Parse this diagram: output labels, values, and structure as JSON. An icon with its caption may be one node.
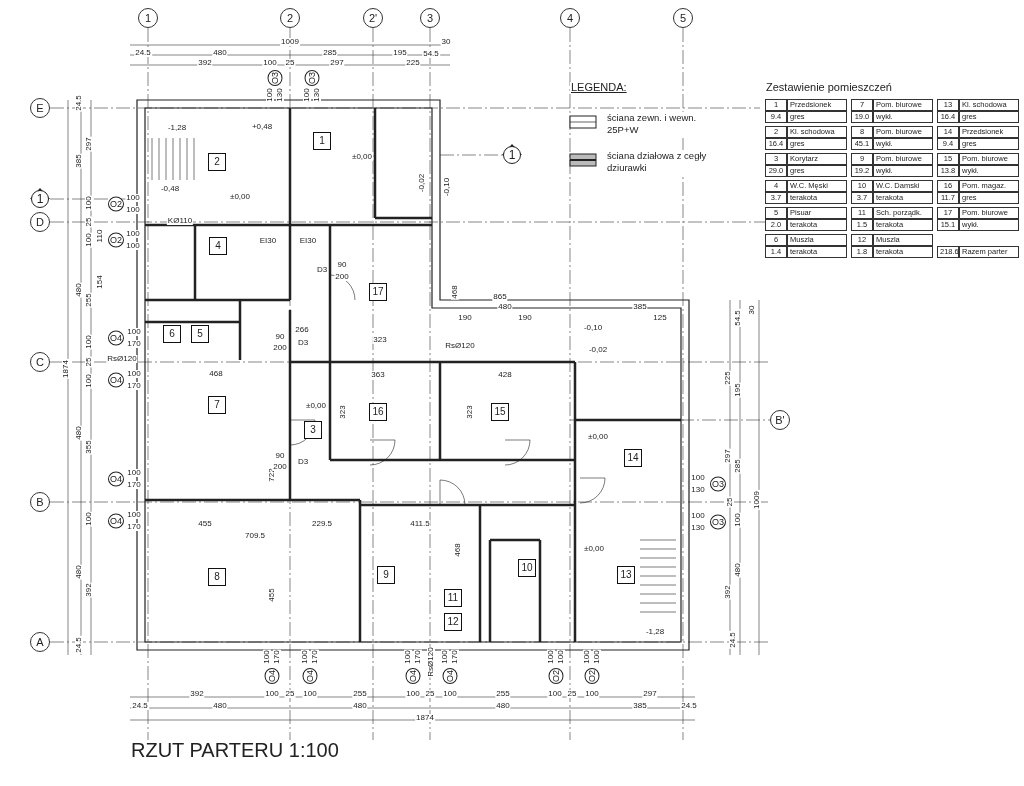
{
  "diagram": {
    "title": "RZUT PARTERU 1:100",
    "nodes": [
      {
        "text": [
          "1"
        ]
      },
      {
        "text": [
          "2"
        ]
      },
      {
        "text": [
          "2'"
        ]
      },
      {
        "text": [
          "3"
        ]
      },
      {
        "text": [
          "4"
        ]
      },
      {
        "text": [
          "5"
        ]
      },
      {
        "text": [
          "E"
        ]
      },
      {
        "text": [
          "D"
        ]
      },
      {
        "text": [
          "C"
        ]
      },
      {
        "text": [
          "B"
        ]
      },
      {
        "text": [
          "A"
        ]
      },
      {
        "text": [
          "B'"
        ]
      },
      {
        "text": [
          "1"
        ]
      },
      {
        "text": [
          "1"
        ]
      },
      {
        "text": [
          "1"
        ]
      },
      {
        "text": [
          "2"
        ]
      },
      {
        "text": [
          "4"
        ]
      },
      {
        "text": [
          "17"
        ]
      },
      {
        "text": [
          "6"
        ]
      },
      {
        "text": [
          "5"
        ]
      },
      {
        "text": [
          "7"
        ]
      },
      {
        "text": [
          "16"
        ]
      },
      {
        "text": [
          "15"
        ]
      },
      {
        "text": [
          "3"
        ]
      },
      {
        "text": [
          "14"
        ]
      },
      {
        "text": [
          "10"
        ]
      },
      {
        "text": [
          "13"
        ]
      },
      {
        "text": [
          "8"
        ]
      },
      {
        "text": [
          "9"
        ]
      },
      {
        "text": [
          "11"
        ]
      },
      {
        "text": [
          "12"
        ]
      }
    ],
    "labels": [
      "LEGENDA:",
      "Zestawienie pomieszczeń",
      "1",
      "Przedsionek",
      "7",
      "Pom. biurowe",
      "13",
      "Kl. schodowa",
      "9.4",
      "gres",
      "19.0",
      "wykł.",
      "16.4",
      "gres",
      "2",
      "Kl. schodowa",
      "8",
      "Pom. biurowe",
      "14",
      "Przedsionek",
      "16.4",
      "gres",
      "45.1",
      "wykł.",
      "9.4",
      "gres",
      "3",
      "Korytarz",
      "9",
      "Pom. biurowe",
      "15",
      "Pom. biurowe",
      "29.0",
      "gres",
      "19.2",
      "wykł.",
      "13.8",
      "wykł.",
      "4",
      "W.C. Męski",
      "10",
      "W.C. Damski",
      "16",
      "Pom. magaz.",
      "3.7",
      "terakota",
      "3.7",
      "terakota",
      "11.7",
      "gres",
      "5",
      "Pisuar",
      "11",
      "Sch. porządk.",
      "17",
      "Pom. biurowe",
      "2.0",
      "terakota",
      "1.5",
      "terakota",
      "15.1",
      "wykł.",
      "6",
      "Muszla",
      "12",
      "Muszla",
      "1.4",
      "terakota",
      "1.8",
      "terakota",
      "218.6",
      "Razem parter",
      "1009",
      "24.5",
      "480",
      "285",
      "195",
      "54.5",
      "30",
      "392",
      "100",
      "25",
      "297",
      "225",
      "O3",
      "100",
      "130",
      "O3",
      "100",
      "130",
      "385",
      "297",
      "100",
      "25",
      "100",
      "110",
      "154",
      "480",
      "255",
      "100",
      "25",
      "100",
      "1874",
      "480",
      "355",
      "100",
      "480",
      "392",
      "24.5",
      "24.5",
      "O2",
      "100",
      "100",
      "O2",
      "100",
      "100",
      "O4",
      "100",
      "170",
      "O4",
      "100",
      "170",
      "O4",
      "100",
      "170",
      "O4",
      "100",
      "170",
      "RsØ120",
      "100",
      "170",
      "O4",
      "100",
      "170",
      "O4",
      "100",
      "170",
      "O4",
      "RsØ120",
      "100",
      "170",
      "O4",
      "100",
      "100",
      "O2",
      "100",
      "100",
      "O2",
      "392",
      "100",
      "25",
      "100",
      "255",
      "100",
      "25",
      "100",
      "255",
      "100",
      "25",
      "100",
      "297",
      "24.5",
      "480",
      "480",
      "480",
      "385",
      "24.5",
      "1874",
      "54.5",
      "30",
      "225",
      "195",
      "297",
      "285",
      "1009",
      "25",
      "100",
      "480",
      "392",
      "24.5",
      "100",
      "130",
      "O3",
      "100",
      "130",
      "O3",
      "±0,00",
      "±0,00",
      "±0,00",
      "±0,00",
      "±0,00",
      "-0,10",
      "-0,02",
      "-0,02",
      "-0,10",
      "-1,28",
      "+0,48",
      "-0,48",
      "-1,28",
      "468",
      "363",
      "428",
      "323",
      "323",
      "455",
      "709.5",
      "229.5",
      "411.5",
      "722",
      "455",
      "468",
      "468",
      "266",
      "323",
      "865",
      "480",
      "385",
      "190",
      "190",
      "125",
      "RsØ120",
      "D3",
      "90",
      "200",
      "D3",
      "90",
      "200",
      "D3",
      "90",
      "200",
      "EI30",
      "EI30",
      "KØ110"
    ],
    "legend": [
      {
        "text": "ściana zewn. i wewn. 25P+W"
      },
      {
        "text": "ściana działowa z cegły dziurawki"
      }
    ]
  }
}
